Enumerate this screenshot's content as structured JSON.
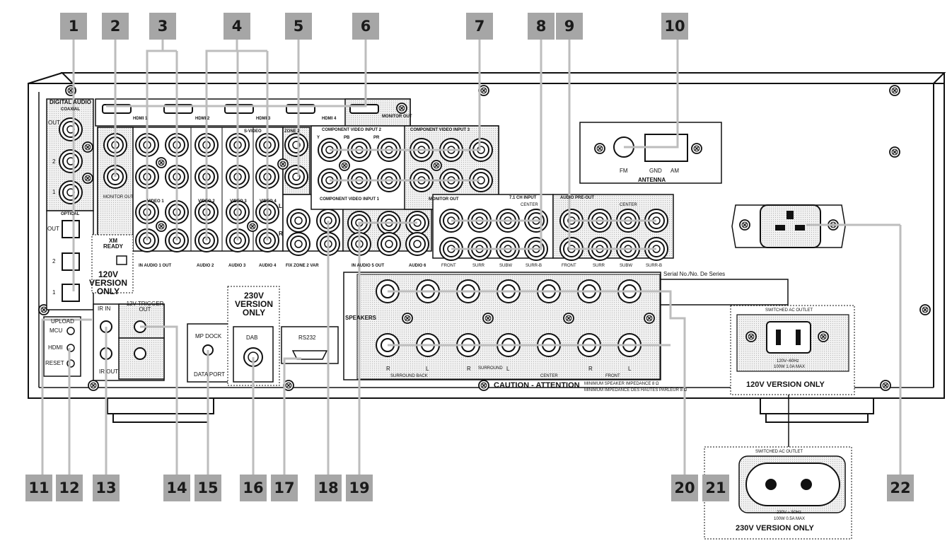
{
  "figure_id": "© NAD T747",
  "callouts": [
    "1",
    "2",
    "3",
    "4",
    "5",
    "6",
    "7",
    "8",
    "9",
    "10",
    "11",
    "12",
    "13",
    "14",
    "15",
    "16",
    "17",
    "18",
    "19",
    "20",
    "21",
    "22"
  ],
  "labels": {
    "digital_audio": "DIGITAL AUDIO",
    "coaxial": "COAXIAL",
    "out": "OUT",
    "n2": "2",
    "n1": "1",
    "optical": "OPTICAL",
    "hdmi1": "HDMI 1",
    "hdmi2": "HDMI 2",
    "hdmi3": "HDMI 3",
    "hdmi4": "HDMI 4",
    "monitor_out_hdmi": "MONITOR OUT",
    "monitor_out": "MONITOR OUT",
    "video1": "VIDEO 1",
    "video2": "VIDEO 2",
    "video3": "VIDEO 3",
    "video4": "VIDEO 4",
    "svideo": "S-VIDEO",
    "zone2": "ZONE 2",
    "in_audio1_out": "IN  AUDIO 1 OUT",
    "audio2": "AUDIO 2",
    "audio3": "AUDIO 3",
    "audio4": "AUDIO 4",
    "l": "L",
    "r": "R",
    "fix_zone2_var": "FIX  ZONE 2  VAR",
    "in_audio5_out": "IN  AUDIO 5  OUT",
    "audio6": "AUDIO 6",
    "component_input2": "COMPONENT VIDEO INPUT 2",
    "component_input3": "COMPONENT VIDEO INPUT 3",
    "component_input1": "COMPONENT VIDEO INPUT 1",
    "y": "Y",
    "pb": "PB",
    "pr": "PR",
    "ch71_input": "7.1 CH INPUT",
    "audio_preout": "AUDIO PRE-OUT",
    "front": "FRONT",
    "surr": "SURR",
    "center": "CENTER",
    "subw": "SUBW",
    "surr_b": "SURR-B",
    "xm_ready": "XM READY",
    "v120_only_side": "120V VERSION ONLY",
    "ir_in": "IR IN",
    "ir_out": "IR OUT",
    "trigger": "12V TRIGGER OUT",
    "upload": "UPLOAD",
    "mcu": "MCU",
    "hdmi": "HDMI",
    "reset": "RESET",
    "mp_dock": "MP DOCK",
    "data_port": "DATA PORT",
    "v230_only": "230V VERSION ONLY",
    "dab": "DAB",
    "rs232": "RS232",
    "speakers": "SPEAKERS",
    "surround_back": "SURROUND BACK",
    "surround": "SURROUND",
    "caution": "CAUTION - ATTENTION",
    "min_imp_en": "MINIMUM SPEAKER IMPEDANCE 8 Ω",
    "min_imp_fr": "MINIMUM IMPEDANCE DES HAUTES PARLEUR 8 Ω",
    "serial": "Serial No./No. De Series",
    "fm": "FM",
    "gnd": "GND",
    "am": "AM",
    "antenna": "ANTENNA",
    "switched_ac": "SWITCHED AC OUTLET",
    "v120_spec": "120V~60Hz",
    "v120_load": "100W 1.0A MAX",
    "v120_only": "120V VERSION ONLY",
    "v230_spec": "230V ~ 50Hz",
    "v230_load": "100W 0.5A MAX",
    "v230_only_bottom": "230V VERSION ONLY"
  }
}
